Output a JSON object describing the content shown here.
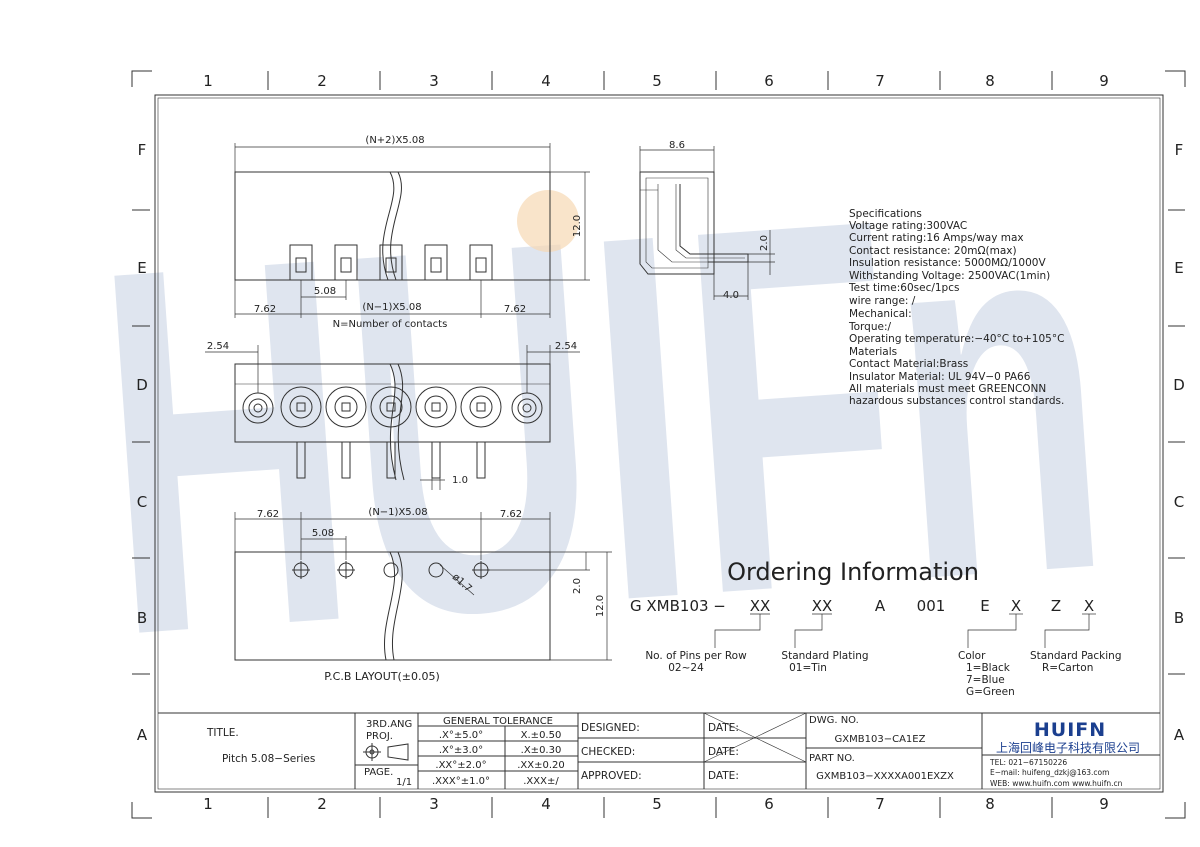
{
  "colors": {
    "watermark": "#dfe5ef",
    "line": "#333333",
    "logo": "#1b3f8f",
    "orange": "#f6d9b4"
  },
  "watermark": {
    "text": "HUIFn"
  },
  "grid": {
    "columns": [
      "1",
      "2",
      "3",
      "4",
      "5",
      "6",
      "7",
      "8",
      "9"
    ],
    "rows": [
      "F",
      "E",
      "D",
      "C",
      "B",
      "A"
    ]
  },
  "top_view": {
    "overall": "(N+2)X5.08",
    "height": "12.0",
    "pitch": "5.08",
    "span": "(N−1)X5.08",
    "left": "7.62",
    "right": "7.62",
    "note": "N=Number of contacts"
  },
  "side_view": {
    "width": "8.6",
    "pin_height": "2.0",
    "pin_len": "4.0"
  },
  "front_view": {
    "left_flange": "2.54",
    "right_flange": "2.54",
    "pin_size": "1.0"
  },
  "pcb": {
    "left": "7.62",
    "right": "7.62",
    "pitch": "5.08",
    "span": "(N−1)X5.08",
    "hole": "ø1.7",
    "offset": "2.0",
    "height": "12.0",
    "caption": "P.C.B LAYOUT(±0.05)"
  },
  "specs": {
    "lines": [
      "Specifications",
      "Voltage rating:300VAC",
      "Current rating:16 Amps/way max",
      "Contact resistance: 20mΩ(max)",
      "Insulation resistance: 5000MΩ/1000V",
      "Withstanding Voltage: 2500VAC(1min)",
      "Test time:60sec/1pcs",
      "wire range: /",
      "Mechanical:",
      "Torque:/",
      "Operating temperature:−40°C to+105°C",
      "Materials",
      "Contact Material:Brass",
      "Insulator Material: UL 94V−0 PA66",
      "All materials must meet GREENCONN",
      "hazardous substances control standards."
    ]
  },
  "ordering": {
    "title": "Ordering Information",
    "code": [
      "G XMB103 −",
      "XX",
      "XX",
      "A",
      "001",
      "E",
      "X",
      "Z",
      "X"
    ],
    "pins_label": "No. of Pins per Row",
    "pins_range": "02~24",
    "plating_label": "Standard Plating",
    "plating_value": "01=Tin",
    "color_label": "Color",
    "color_values": [
      "1=Black",
      "7=Blue",
      "G=Green"
    ],
    "packing_label": "Standard Packing",
    "packing_value": "R=Carton"
  },
  "title_block": {
    "title_label": "TITLE.",
    "title": "Pitch 5.08−Series",
    "proj": "3RD.ANG\nPROJ.",
    "page_label": "PAGE.",
    "page": "1/1",
    "tol_header": "GENERAL TOLERANCE",
    "tol": [
      [
        ".X°±5.0°",
        "X.±0.50"
      ],
      [
        ".X°±3.0°",
        ".X±0.30"
      ],
      [
        ".XX°±2.0°",
        ".XX±0.20"
      ],
      [
        ".XXX°±1.0°",
        ".XXX±/"
      ]
    ],
    "designed": "DESIGNED:",
    "checked": "CHECKED:",
    "approved": "APPROVED:",
    "date": "DATE:",
    "dwg_label": "DWG. NO.",
    "dwg": "GXMB103−CA1EZ",
    "part_label": "PART NO.",
    "part": "GXMB103−XXXXA001EXZX",
    "logo": "HUIFN",
    "company": "上海回峰电子科技有限公司",
    "tel": "TEL: 021−67150226",
    "email": "E−mail: huifeng_dzkj@163.com",
    "web": "WEB: www.huifn.com  www.huifn.cn"
  }
}
